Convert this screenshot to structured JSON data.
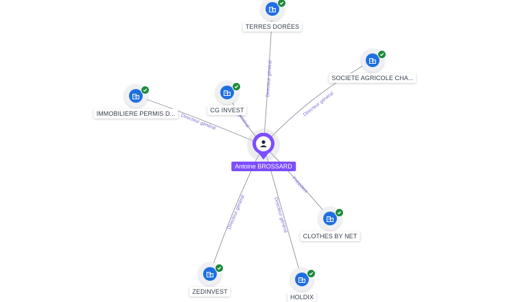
{
  "center": {
    "name": "Antoine BROSSARD",
    "icon": "person-icon",
    "color": "#7c4dff"
  },
  "companies": [
    {
      "name": "TERRES DORÉES",
      "icon": "building-icon",
      "verified": true,
      "role": "Directeur général"
    },
    {
      "name": "SOCIETE AGRICOLE CHA...",
      "icon": "building-icon",
      "verified": true,
      "role": "Directeur général"
    },
    {
      "name": "CG INVEST",
      "icon": "building-icon",
      "verified": true,
      "role": "général"
    },
    {
      "name": "IMMOBILIERE PERMIS D...",
      "icon": "building-icon",
      "verified": true,
      "role": "Directeur général"
    },
    {
      "name": "CLOTHES BY NET",
      "icon": "building-icon",
      "verified": true,
      "role": "Président"
    },
    {
      "name": "ZEDINVEST",
      "icon": "building-icon",
      "verified": true,
      "role": "Directeur général"
    },
    {
      "name": "HOLDIX",
      "icon": "building-icon",
      "verified": true,
      "role": "Directeur général"
    }
  ],
  "colors": {
    "company": "#1f6fe0",
    "verified": "#1d8a3c",
    "edge": "#8a8f99",
    "edge_label": "#7c6fd6"
  }
}
